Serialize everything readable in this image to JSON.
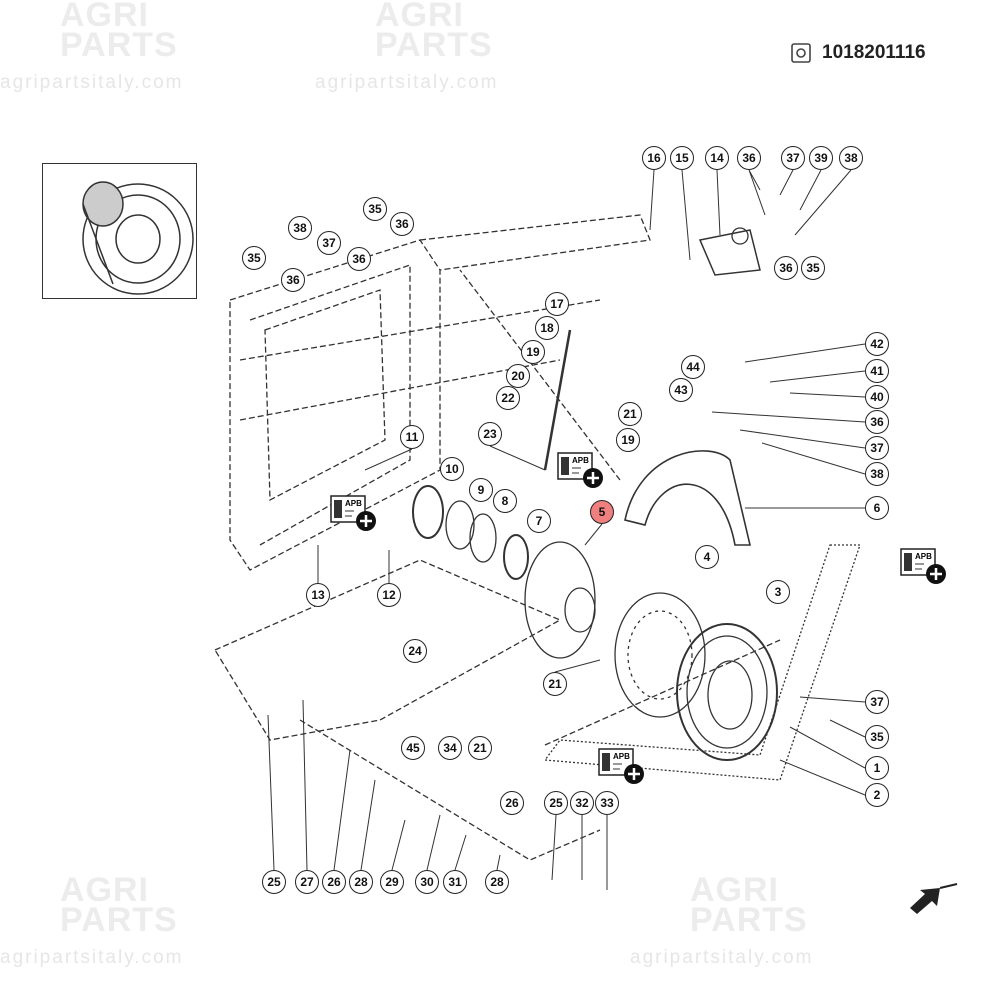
{
  "header": {
    "part_code": "1018201116",
    "code_icon": "gear-document-icon"
  },
  "watermark": {
    "line1": "AGRI",
    "line2": "PARTS",
    "url": "agripartsitaly.com"
  },
  "apb_badge": {
    "label": "APB",
    "icon": "plus-icon"
  },
  "highlight_color": "#f08080",
  "callouts": [
    "16",
    "15",
    "14",
    "36",
    "37",
    "39",
    "38",
    "35",
    "36",
    "38",
    "37",
    "35",
    "36",
    "36",
    "36",
    "35",
    "17",
    "18",
    "19",
    "20",
    "44",
    "22",
    "43",
    "21",
    "19",
    "23",
    "11",
    "42",
    "41",
    "40",
    "36",
    "37",
    "38",
    "6",
    "10",
    "9",
    "8",
    "7",
    "5",
    "4",
    "3",
    "13",
    "12",
    "21",
    "24",
    "37",
    "35",
    "1",
    "2",
    "45",
    "34",
    "21",
    "26",
    "25",
    "32",
    "33",
    "25",
    "27",
    "26",
    "28",
    "29",
    "30",
    "31",
    "28"
  ],
  "highlighted_callout": "5",
  "nav": {
    "arrow_icon": "next-arrow-icon"
  }
}
